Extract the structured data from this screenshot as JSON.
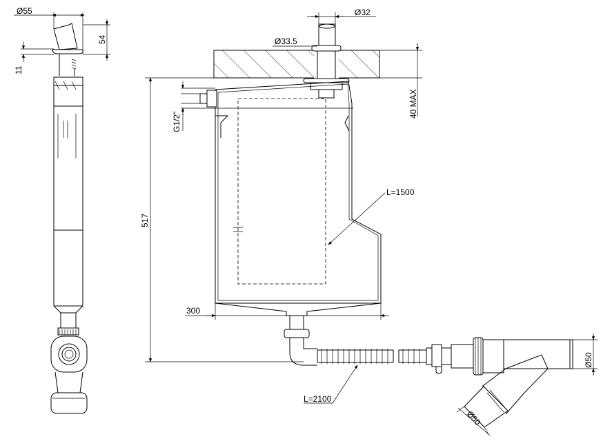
{
  "drawing": {
    "side_view": {
      "diameter_top": "Ø55",
      "height_top": "54",
      "flange_height": "11"
    },
    "tap": {
      "diameter_outer": "Ø32",
      "diameter_mount": "Ø33.5",
      "countertop_max": "40 MAX"
    },
    "tank": {
      "inlet_thread": "G1/2\"",
      "total_height": "517",
      "inlet_hose_length": "L=1500",
      "width": "300"
    },
    "drain": {
      "hose_length": "L=2100",
      "diameter_main": "Ø50",
      "diameter_branch": "Ø50"
    }
  }
}
